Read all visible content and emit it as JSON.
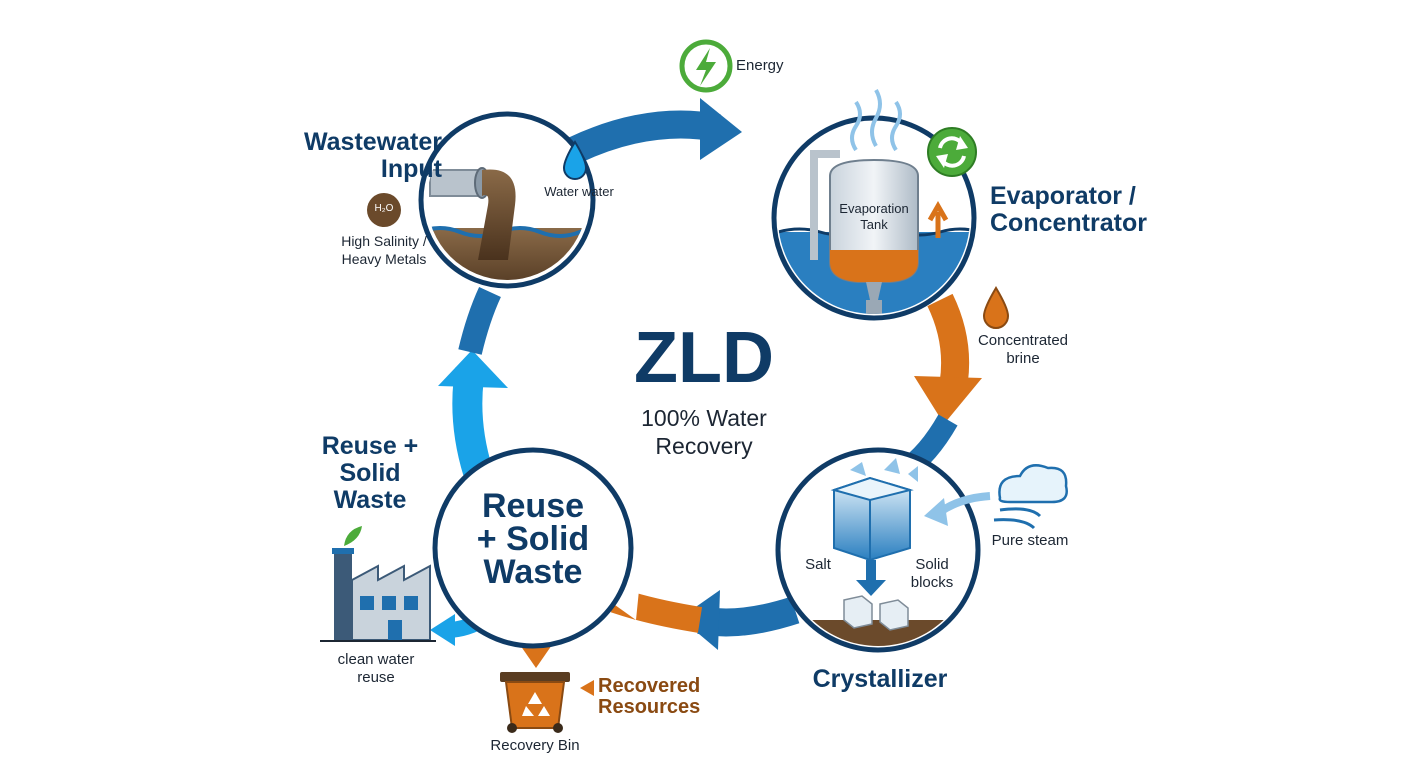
{
  "center": {
    "title": "ZLD",
    "subtitle_line1": "100% Water",
    "subtitle_line2": "Recovery"
  },
  "energy": {
    "label": "Energy"
  },
  "wastewater": {
    "title_line1": "Wastewater",
    "title_line2": "Input",
    "badge_text": "H₂O",
    "note_line1": "High Salinity /",
    "note_line2": "Heavy Metals",
    "inner_label": "Water water"
  },
  "evaporator": {
    "title_line1": "Evaporator /",
    "title_line2": "Concentrator",
    "tank_line1": "Evaporation",
    "tank_line2": "Tank"
  },
  "brine": {
    "label_line1": "Concentrated",
    "label_line2": "brine"
  },
  "crystallizer": {
    "title": "Crystallizer",
    "salt_label": "Salt",
    "solid_line1": "Solid",
    "solid_line2": "blocks",
    "steam_label": "Pure steam"
  },
  "reuse": {
    "side_line1": "Reuse +",
    "side_line2": "Solid",
    "side_line3": "Waste",
    "circle_line1": "Reuse",
    "circle_line2": "+ Solid",
    "circle_line3": "Waste",
    "factory_line1": "clean water",
    "factory_line2": "reuse"
  },
  "recovery": {
    "title_line1": "Recovered",
    "title_line2": "Resources",
    "bin_label": "Recovery Bin"
  },
  "colors": {
    "navy": "#0f3b66",
    "blue": "#1f6fae",
    "light_blue": "#1aa3e8",
    "orange": "#d9731a",
    "green": "#4cab3a",
    "brown": "#6b4a2b"
  }
}
